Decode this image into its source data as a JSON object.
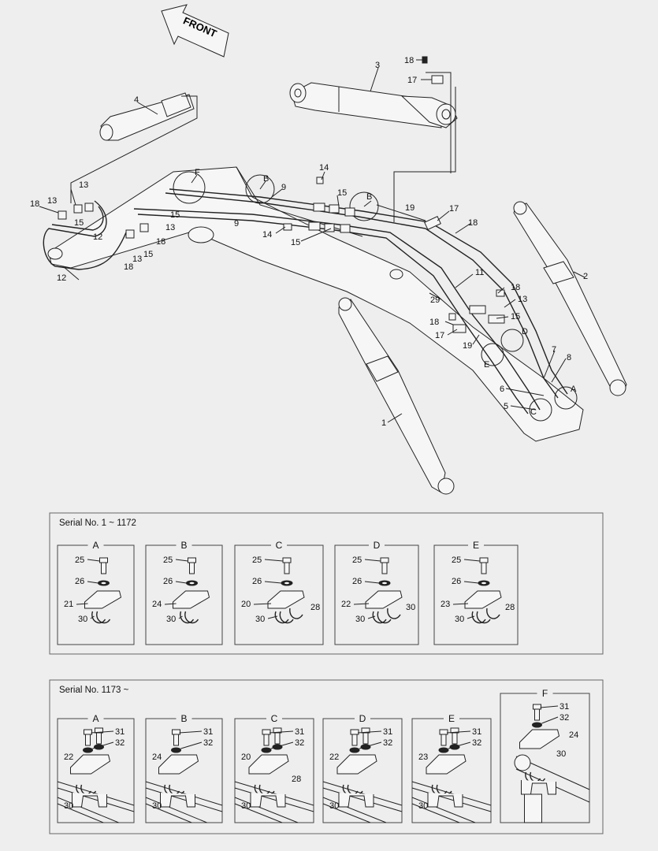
{
  "front_label": "FRONT",
  "main_labels": [
    {
      "id": "l18a",
      "t": "18"
    },
    {
      "id": "l3",
      "t": "3"
    },
    {
      "id": "l17a",
      "t": "17"
    },
    {
      "id": "l4",
      "t": "4"
    },
    {
      "id": "lF",
      "t": "F"
    },
    {
      "id": "lB1",
      "t": "B"
    },
    {
      "id": "l9a",
      "t": "9"
    },
    {
      "id": "l14a",
      "t": "14"
    },
    {
      "id": "l15a",
      "t": "15"
    },
    {
      "id": "lB2",
      "t": "B"
    },
    {
      "id": "l13a",
      "t": "13"
    },
    {
      "id": "l18b",
      "t": "18"
    },
    {
      "id": "l13b",
      "t": "13"
    },
    {
      "id": "l15b",
      "t": "15"
    },
    {
      "id": "l15c",
      "t": "15"
    },
    {
      "id": "l12a",
      "t": "12"
    },
    {
      "id": "l13c",
      "t": "13"
    },
    {
      "id": "l18c",
      "t": "18"
    },
    {
      "id": "l15d",
      "t": "15"
    },
    {
      "id": "l13d",
      "t": "13"
    },
    {
      "id": "l18d",
      "t": "18"
    },
    {
      "id": "l12b",
      "t": "12"
    },
    {
      "id": "l9b",
      "t": "9"
    },
    {
      "id": "l14b",
      "t": "14"
    },
    {
      "id": "l15e",
      "t": "15"
    },
    {
      "id": "l19a",
      "t": "19"
    },
    {
      "id": "l17b",
      "t": "17"
    },
    {
      "id": "l18e",
      "t": "18"
    },
    {
      "id": "l11",
      "t": "11"
    },
    {
      "id": "l2",
      "t": "2"
    },
    {
      "id": "l29",
      "t": "29"
    },
    {
      "id": "l18f",
      "t": "18"
    },
    {
      "id": "l13e",
      "t": "13"
    },
    {
      "id": "l18g",
      "t": "18"
    },
    {
      "id": "l15f",
      "t": "15"
    },
    {
      "id": "l17c",
      "t": "17"
    },
    {
      "id": "lD",
      "t": "D"
    },
    {
      "id": "l19b",
      "t": "19"
    },
    {
      "id": "l7",
      "t": "7"
    },
    {
      "id": "l8",
      "t": "8"
    },
    {
      "id": "lE",
      "t": "E"
    },
    {
      "id": "l6",
      "t": "6"
    },
    {
      "id": "lA",
      "t": "A"
    },
    {
      "id": "l5",
      "t": "5"
    },
    {
      "id": "lC",
      "t": "C"
    },
    {
      "id": "l1",
      "t": "1"
    }
  ],
  "panel1": {
    "title": "Serial No. 1 ~ 1172",
    "details": [
      {
        "name": "A",
        "bolt": "25",
        "washer": "26",
        "clamp": "21",
        "pipe": "30",
        "extra": ""
      },
      {
        "name": "B",
        "bolt": "25",
        "washer": "26",
        "clamp": "24",
        "pipe": "30",
        "extra": ""
      },
      {
        "name": "C",
        "bolt": "25",
        "washer": "26",
        "clamp": "20",
        "pipe": "30",
        "extra": "28"
      },
      {
        "name": "D",
        "bolt": "25",
        "washer": "26",
        "clamp": "22",
        "pipe": "30",
        "extra": "30"
      },
      {
        "name": "E",
        "bolt": "25",
        "washer": "26",
        "clamp": "23",
        "pipe": "30",
        "extra": "28"
      }
    ]
  },
  "panel2": {
    "title": "Serial No. 1173 ~",
    "details": [
      {
        "name": "A",
        "bolt": "31",
        "washer": "32",
        "clamp": "22",
        "pipe": "30",
        "extra": ""
      },
      {
        "name": "B",
        "bolt": "31",
        "washer": "32",
        "clamp": "24",
        "pipe": "30",
        "extra": ""
      },
      {
        "name": "C",
        "bolt": "31",
        "washer": "32",
        "clamp": "20",
        "pipe": "30",
        "extra": "28"
      },
      {
        "name": "D",
        "bolt": "31",
        "washer": "32",
        "clamp": "22",
        "pipe": "30",
        "extra": ""
      },
      {
        "name": "E",
        "bolt": "31",
        "washer": "32",
        "clamp": "23",
        "pipe": "30",
        "extra": ""
      },
      {
        "name": "F",
        "bolt": "31",
        "washer": "32",
        "clamp": "24",
        "pipe": "30",
        "extra": ""
      }
    ]
  }
}
